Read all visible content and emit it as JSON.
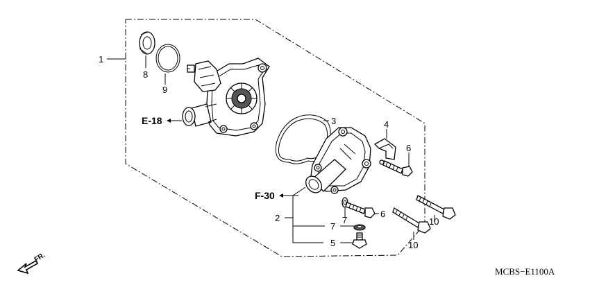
{
  "diagram": {
    "callouts": {
      "c1": "1",
      "c2": "2",
      "c3": "3",
      "c4": "4",
      "c5": "5",
      "c6a": "6",
      "c6b": "6",
      "c7a": "7",
      "c7b": "7",
      "c8": "8",
      "c9": "9",
      "c10a": "10",
      "c10b": "10"
    },
    "references": {
      "e18": "E-18",
      "f30": "F-30"
    },
    "direction_label": "FR.",
    "drawing_code": "MCBS−E1100A"
  }
}
